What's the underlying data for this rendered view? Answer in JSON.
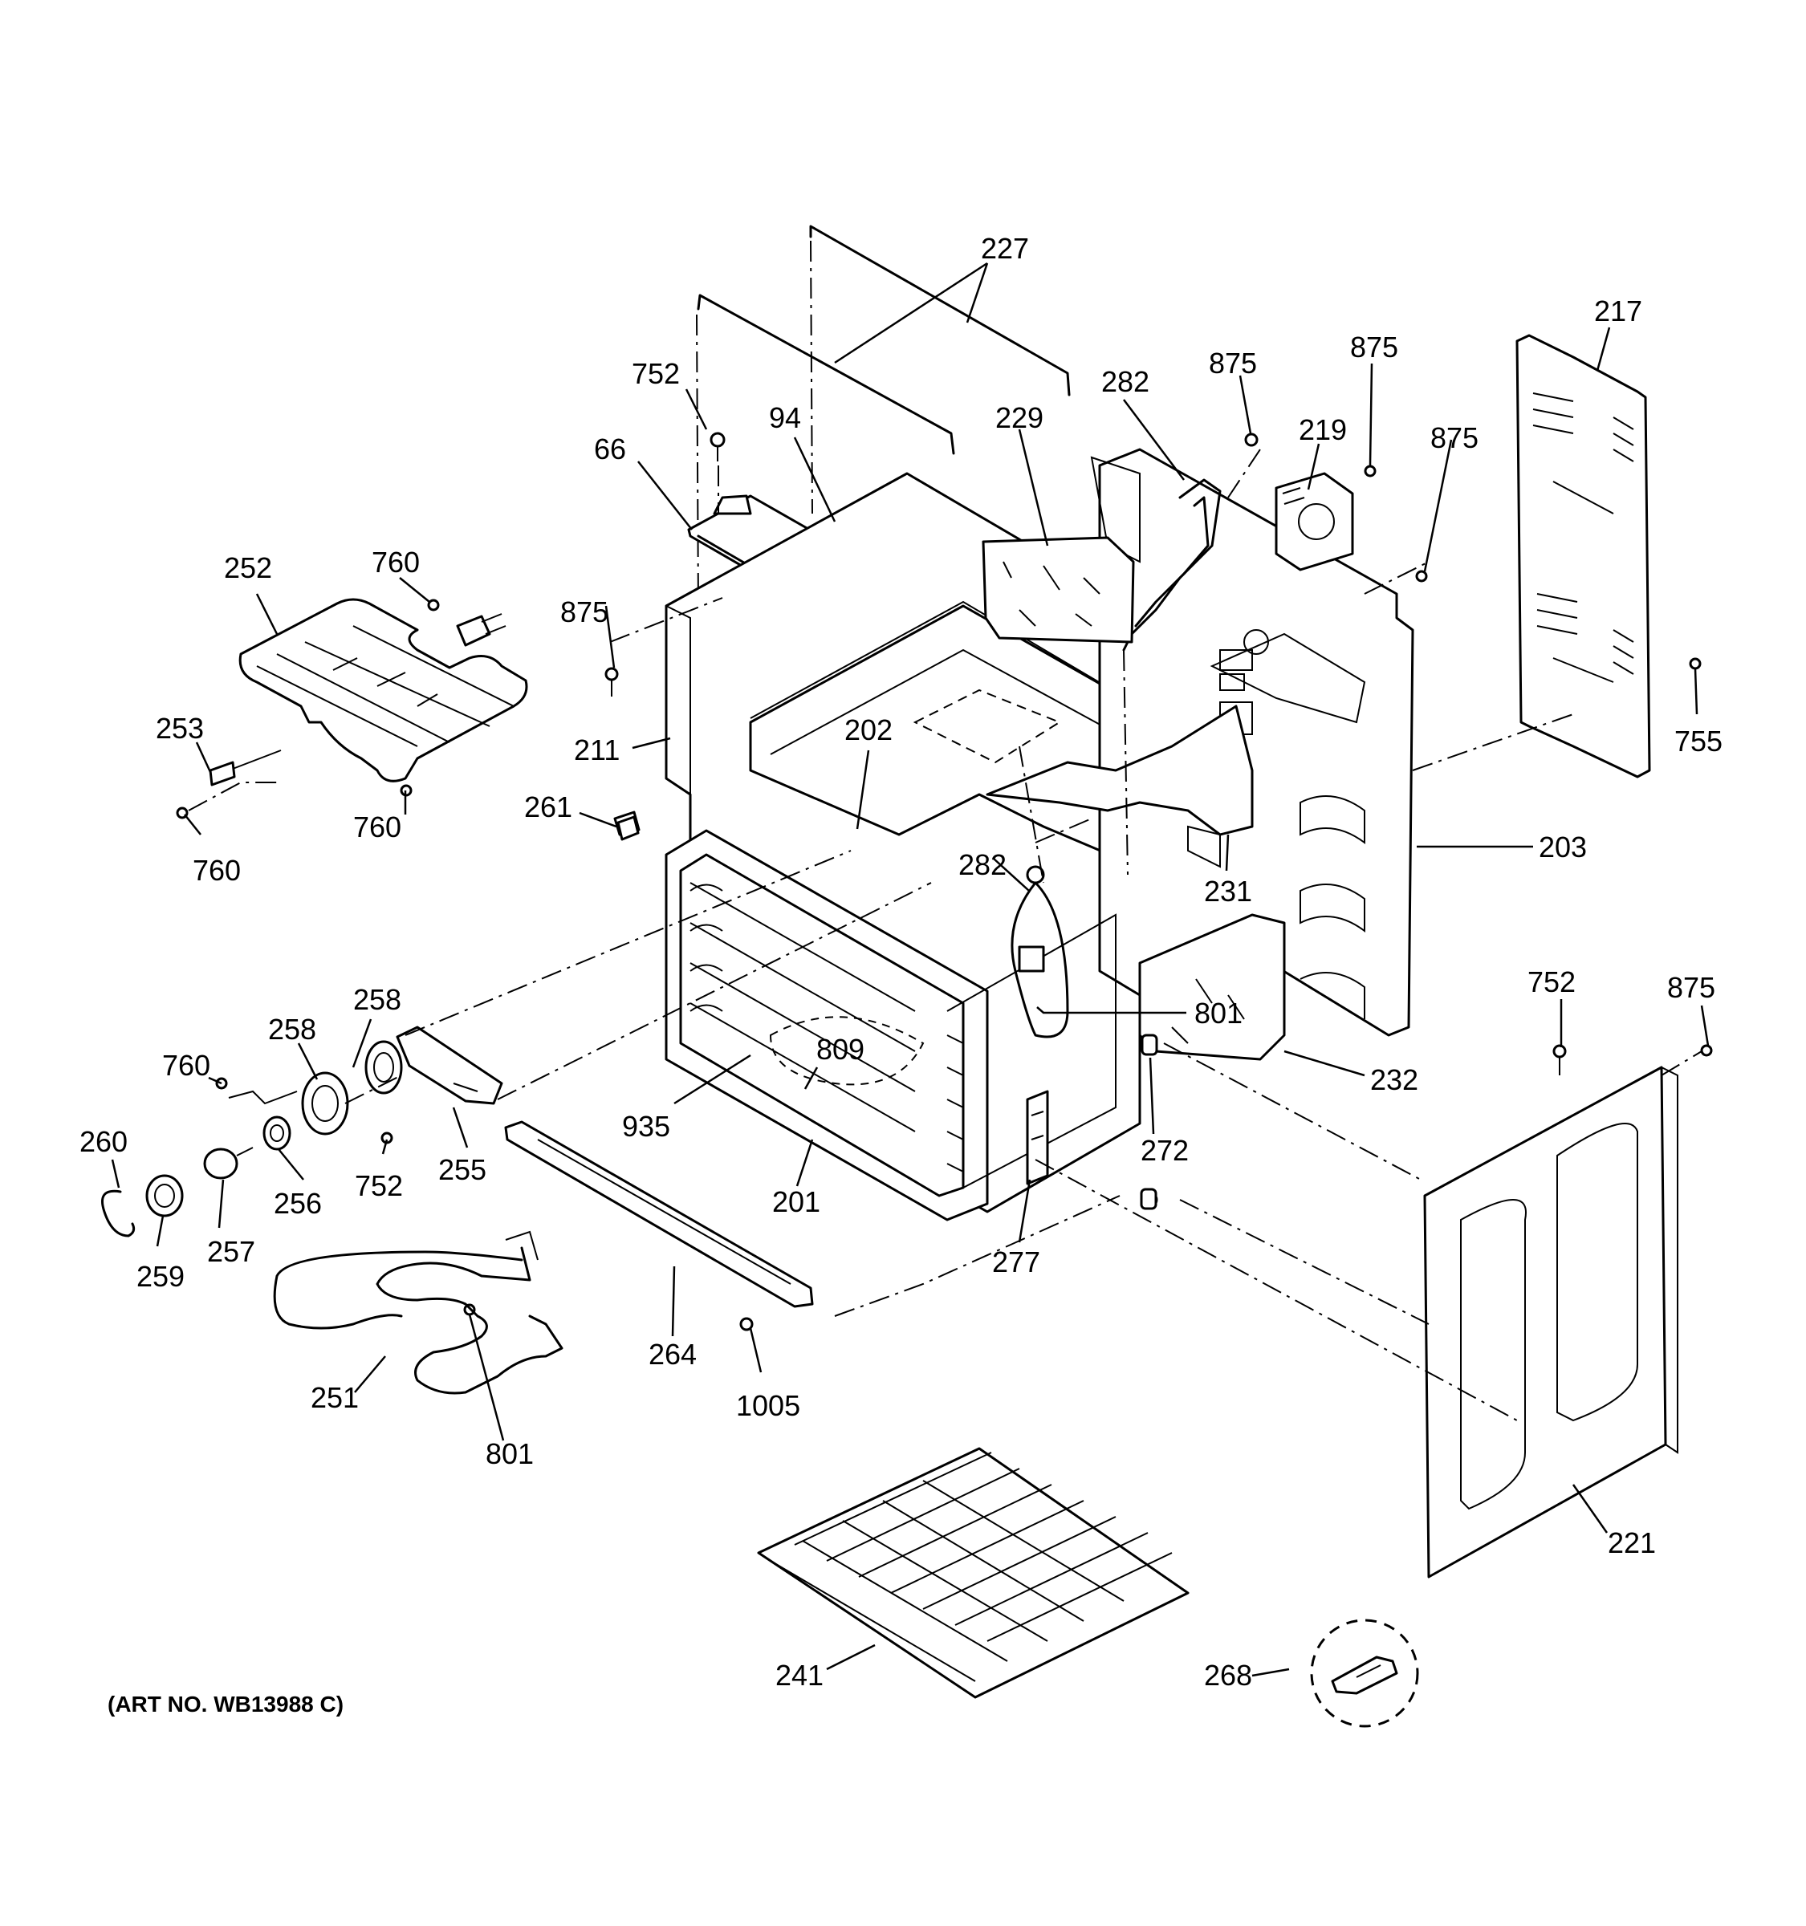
{
  "diagram": {
    "art_number": "(ART NO. WB13988 C)",
    "callouts": [
      {
        "id": "c-227",
        "text": "227"
      },
      {
        "id": "c-217",
        "text": "217"
      },
      {
        "id": "c-752a",
        "text": "752"
      },
      {
        "id": "c-94",
        "text": "94"
      },
      {
        "id": "c-229",
        "text": "229"
      },
      {
        "id": "c-282a",
        "text": "282"
      },
      {
        "id": "c-875a",
        "text": "875"
      },
      {
        "id": "c-875b",
        "text": "875"
      },
      {
        "id": "c-219",
        "text": "219"
      },
      {
        "id": "c-875c",
        "text": "875"
      },
      {
        "id": "c-66",
        "text": "66"
      },
      {
        "id": "c-252",
        "text": "252"
      },
      {
        "id": "c-760a",
        "text": "760"
      },
      {
        "id": "c-875d",
        "text": "875"
      },
      {
        "id": "c-755",
        "text": "755"
      },
      {
        "id": "c-253",
        "text": "253"
      },
      {
        "id": "c-202",
        "text": "202"
      },
      {
        "id": "c-211",
        "text": "211"
      },
      {
        "id": "c-261",
        "text": "261"
      },
      {
        "id": "c-760b",
        "text": "760"
      },
      {
        "id": "c-760c",
        "text": "760"
      },
      {
        "id": "c-203",
        "text": "203"
      },
      {
        "id": "c-282b",
        "text": "282"
      },
      {
        "id": "c-231",
        "text": "231"
      },
      {
        "id": "c-258a",
        "text": "258"
      },
      {
        "id": "c-258b",
        "text": "258"
      },
      {
        "id": "c-752b",
        "text": "752"
      },
      {
        "id": "c-875e",
        "text": "875"
      },
      {
        "id": "c-801a",
        "text": "801"
      },
      {
        "id": "c-809",
        "text": "809"
      },
      {
        "id": "c-760d",
        "text": "760"
      },
      {
        "id": "c-232",
        "text": "232"
      },
      {
        "id": "c-935",
        "text": "935"
      },
      {
        "id": "c-260",
        "text": "260"
      },
      {
        "id": "c-272",
        "text": "272"
      },
      {
        "id": "c-752c",
        "text": "752"
      },
      {
        "id": "c-255",
        "text": "255"
      },
      {
        "id": "c-256",
        "text": "256"
      },
      {
        "id": "c-201",
        "text": "201"
      },
      {
        "id": "c-257",
        "text": "257"
      },
      {
        "id": "c-259",
        "text": "259"
      },
      {
        "id": "c-277",
        "text": "277"
      },
      {
        "id": "c-264",
        "text": "264"
      },
      {
        "id": "c-251",
        "text": "251"
      },
      {
        "id": "c-1005",
        "text": "1005"
      },
      {
        "id": "c-801b",
        "text": "801"
      },
      {
        "id": "c-221",
        "text": "221"
      },
      {
        "id": "c-268",
        "text": "268"
      },
      {
        "id": "c-241",
        "text": "241"
      }
    ]
  }
}
